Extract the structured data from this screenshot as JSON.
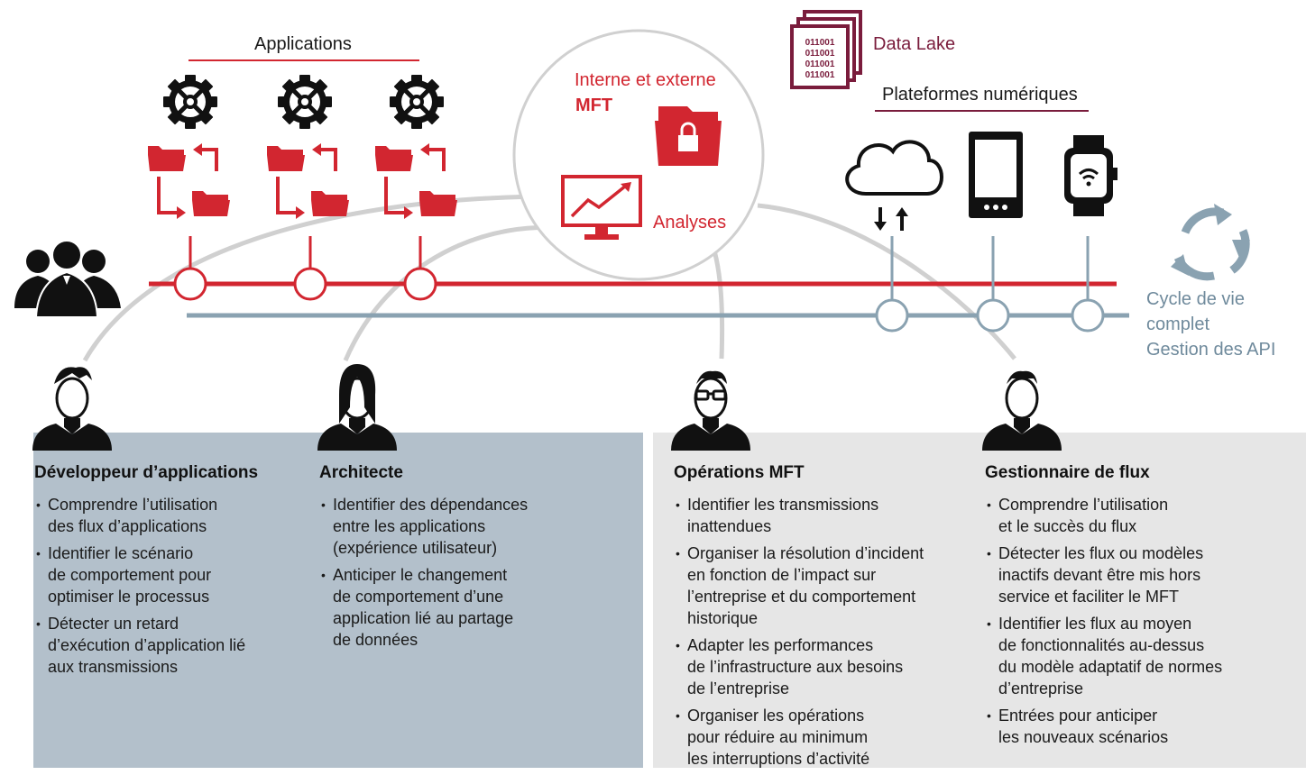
{
  "top": {
    "applications": "Applications",
    "data_lake": "Data Lake",
    "platforms": "Plateformes numériques",
    "mft_line1": "Interne et externe",
    "mft_line2": "MFT",
    "analytics": "Analyses",
    "api_lifecycle": [
      "Cycle de vie",
      "complet",
      "Gestion des API"
    ],
    "data_lake_code": [
      "011001",
      "011001",
      "011001",
      "011001"
    ]
  },
  "personas": [
    {
      "title": "Développeur d’applications",
      "items": [
        "Comprendre l’utilisation\ndes flux d’applications",
        "Identifier le scénario\nde comportement pour\noptimiser le processus",
        "Détecter un retard\nd’exécution d’application lié\naux transmissions"
      ]
    },
    {
      "title": "Architecte",
      "items": [
        "Identifier des dépendances\nentre les applications\n(expérience utilisateur)",
        "Anticiper le changement\nde comportement d’une\napplication lié au partage\nde données"
      ]
    },
    {
      "title": "Opérations MFT",
      "items": [
        "Identifier les transmissions\ninattendues",
        "Organiser la résolution d’incident\nen fonction de l’impact sur\nl’entreprise et du comportement\nhistorique",
        "Adapter les performances\nde l’infrastructure aux besoins\nde l’entreprise",
        "Organiser les opérations\npour réduire au minimum\nles interruptions d’activité"
      ]
    },
    {
      "title": "Gestionnaire de flux",
      "items": [
        "Comprendre l’utilisation\net le succès du flux",
        "Détecter les flux ou modèles\ninactifs devant être mis hors\nservice et faciliter le MFT",
        "Identifier les flux au moyen\nde fonctionnalités au-dessus\ndu modèle adaptatif de normes\nd’entreprise",
        "Entrées pour anticiper\nles nouveaux scénarios"
      ]
    }
  ],
  "colors": {
    "red": "#d22630",
    "steel": "#8aa2b1",
    "maroon": "#7a1c3c",
    "panel_blue": "#b3c0cb",
    "panel_grey": "#e6e6e6",
    "arc": "#d0d0d0"
  },
  "icons": [
    "gear-icon",
    "folder-icon",
    "people-group-icon",
    "cloud-icon",
    "smartphone-icon",
    "smartwatch-icon",
    "refresh-cycle-icon",
    "lock-folder-icon",
    "analytics-monitor-icon",
    "data-lake-icon",
    "person-icon"
  ]
}
